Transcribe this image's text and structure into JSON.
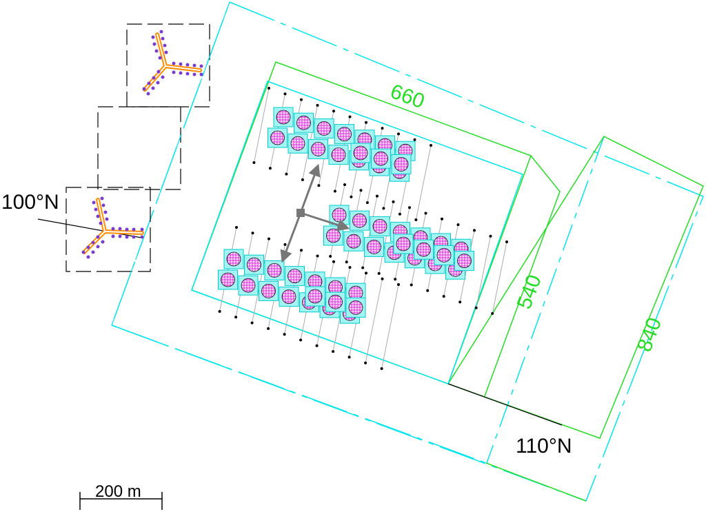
{
  "dimensions": {
    "width_660": "660",
    "height_540": "540",
    "height_840": "840"
  },
  "north_labels": {
    "left": "100°N",
    "right": "110°N"
  },
  "scale_bar": {
    "label": "200 m"
  },
  "colors": {
    "cyan": "#00e5ee",
    "green": "#22dd22",
    "black": "#000000",
    "magenta": "#e000e0",
    "orange": "#ff8c00",
    "purple": "#7a3ccd",
    "gray": "#777777"
  }
}
